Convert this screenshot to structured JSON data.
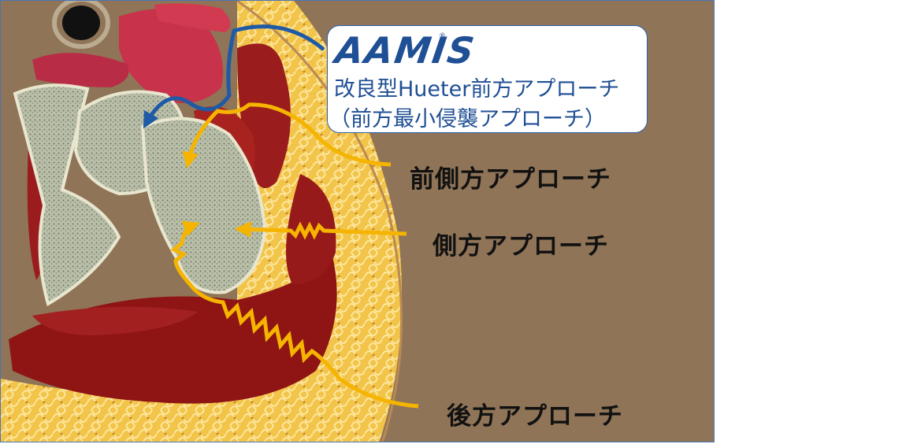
{
  "aamis": {
    "logo": "AAMIS",
    "registered": "®",
    "title": "改良型Hueter前方アプローチ",
    "subtitle": "（前方最小侵襲アプローチ）"
  },
  "approaches": {
    "anterolateral": "前側方アプローチ",
    "lateral": "側方アプローチ",
    "posterior": "後方アプローチ"
  },
  "colors": {
    "aamis_arrow": "#1f5aa6",
    "approach_arrow": "#f5b400",
    "muscle": "#9b1c1c",
    "fat": "#f0c24a",
    "bone": "#cfd3bf",
    "label_blue": "#1f4f94"
  }
}
